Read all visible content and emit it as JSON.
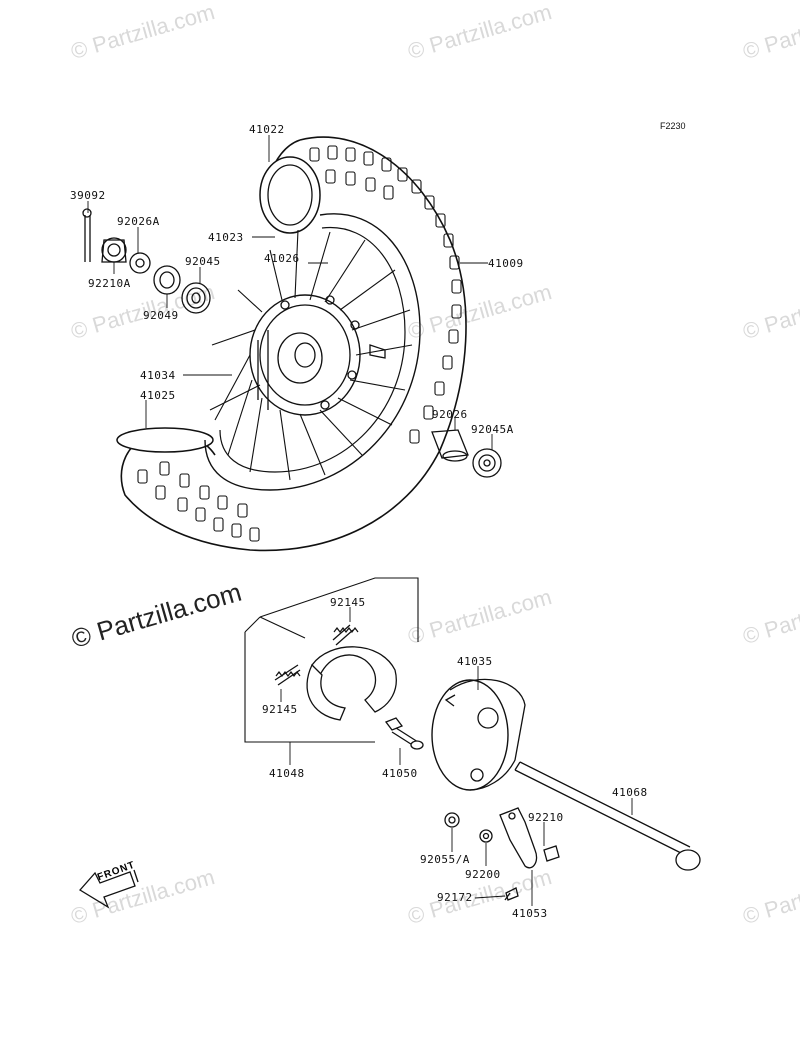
{
  "figure_code": "F2230",
  "watermark": "© Partzilla.com",
  "front_arrow_label": "FRONT",
  "parts": {
    "p41022": "41022",
    "p39092": "39092",
    "p92026A": "92026A",
    "p41023": "41023",
    "p41026": "41026",
    "p41009": "41009",
    "p92045": "92045",
    "p92210A": "92210A",
    "p92049": "92049",
    "p41034": "41034",
    "p41025": "41025",
    "p92026": "92026",
    "p92045A": "92045A",
    "p92145_top": "92145",
    "p92145_left": "92145",
    "p41035": "41035",
    "p41048": "41048",
    "p41050": "41050",
    "p41068": "41068",
    "p92210": "92210",
    "p92055A": "92055/A",
    "p92200": "92200",
    "p92172": "92172",
    "p41053": "41053"
  }
}
